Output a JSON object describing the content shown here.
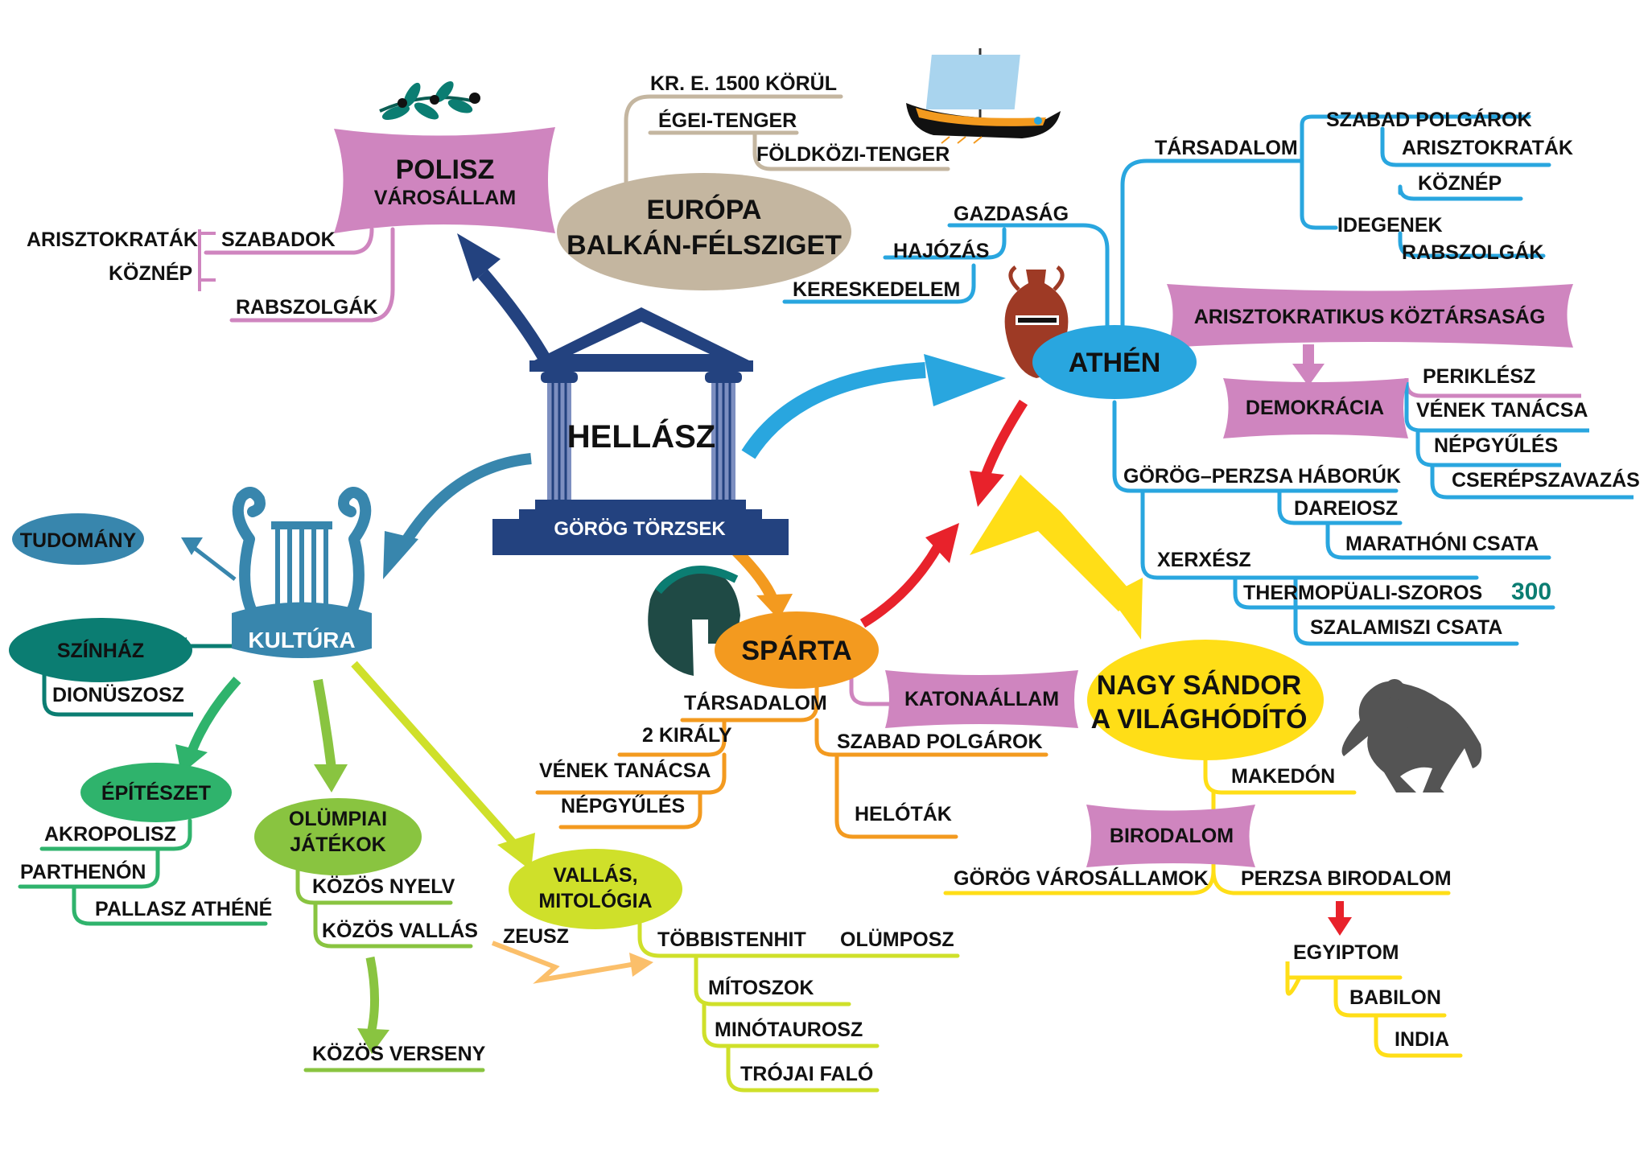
{
  "colors": {
    "navy": "#23427f",
    "pink": "#cf85bf",
    "tan": "#c4b6a0",
    "blue": "#29a6df",
    "orange": "#f39a1f",
    "red": "#e8222b",
    "yellow": "#ffde17",
    "teal_dark": "#0b7d72",
    "teal_blue": "#3886ad",
    "green": "#2fb36c",
    "lime": "#89c440",
    "yellowgreen": "#cfe02a",
    "horse_gray": "#545454"
  },
  "center": {
    "title": "HELLÁSZ",
    "base": "GÖRÖG TÖRZSEK"
  },
  "polisz": {
    "title": "POLISZ",
    "subtitle": "VÁROSÁLLAM",
    "items": {
      "szabadok": "SZABADOK",
      "arisztokratak": "ARISZTOKRATÁK",
      "koznep": "KÖZNÉP",
      "rabszolgak": "RABSZOLGÁK"
    }
  },
  "europa": {
    "line1": "EURÓPA",
    "line2": "BALKÁN-FÉLSZIGET",
    "items": {
      "kr_e": "KR. E. 1500 KÖRÜL",
      "egei": "ÉGEI-TENGER",
      "foldkozi": "FÖLDKÖZI-TENGER"
    }
  },
  "athen": {
    "title": "ATHÉN",
    "tarsadalom": "TÁRSADALOM",
    "szabad_polgarok": "SZABAD POLGÁROK",
    "arisztokratak": "ARISZTOKRATÁK",
    "koznep": "KÖZNÉP",
    "idegenek": "IDEGENEK",
    "rabszolgak": "RABSZOLGÁK",
    "gazdasag": "GAZDASÁG",
    "hajozas": "HAJÓZÁS",
    "kereskedelem": "KERESKEDELEM",
    "kozt": "ARISZTOKRATIKUS KÖZTÁRSASÁG",
    "demokracia": "DEMOKRÁCIA",
    "perikles": "PERIKLÉSZ",
    "venek": "VÉNEK TANÁCSA",
    "nepgyules": "NÉPGYŰLÉS",
    "cserep": "CSERÉPSZAVAZÁS",
    "haboruk": "GÖRÖG–PERZSA HÁBORÚK",
    "dareiosz": "DAREIOSZ",
    "marathon": "MARATHÓNI CSATA",
    "xerxesz": "XERXÉSZ",
    "thermo": "THERMOPÜALI-SZOROS",
    "n300": "300",
    "szalamisz": "SZALAMISZI CSATA"
  },
  "sparta": {
    "title": "SPÁRTA",
    "katona": "KATONAÁLLAM",
    "tarsadalom": "TÁRSADALOM",
    "kiraly": "2 KIRÁLY",
    "venek": "VÉNEK TANÁCSA",
    "nepgyules": "NÉPGYŰLÉS",
    "szabad": "SZABAD POLGÁROK",
    "helotak": "HELÓTÁK"
  },
  "sandor": {
    "line1": "NAGY SÁNDOR",
    "line2": "A VILÁGHÓDÍTÓ",
    "makedon": "MAKEDÓN",
    "birodalom": "BIRODALOM",
    "gorog": "GÖRÖG VÁROSÁLLAMOK",
    "perzsa": "PERZSA BIRODALOM",
    "egyiptom": "EGYIPTOM",
    "babilon": "BABILON",
    "india": "INDIA"
  },
  "kultura": {
    "title": "KULTÚRA",
    "tudomany": "TUDOMÁNY",
    "szinhaz": "SZÍNHÁZ",
    "dionuszosz": "DIONÜSZOSZ",
    "epiteszet": "ÉPÍTÉSZET",
    "akropolisz": "AKROPOLISZ",
    "parthenon": "PARTHENÓN",
    "pallasz": "PALLASZ ATHÉNÉ",
    "olimpia1": "OLÜMPIAI",
    "olimpia2": "JÁTÉKOK",
    "nyelv": "KÖZÖS NYELV",
    "vallas": "KÖZÖS VALLÁS",
    "verseny": "KÖZÖS VERSENY",
    "vm1": "VALLÁS,",
    "vm2": "MITOLÓGIA",
    "zeusz": "ZEUSZ",
    "tobbisten": "TÖBBISTENHIT",
    "olumposz": "OLÜMPOSZ",
    "mitoszok": "MÍTOSZOK",
    "minotaurosz": "MINÓTAUROSZ",
    "trojai": "TRÓJAI FALÓ"
  },
  "icons": [
    "olive-branch-icon",
    "greek-ship-icon",
    "greek-temple-icon",
    "amphora-icon",
    "spartan-helmet-icon",
    "lyre-icon",
    "horse-rider-statue-icon"
  ]
}
